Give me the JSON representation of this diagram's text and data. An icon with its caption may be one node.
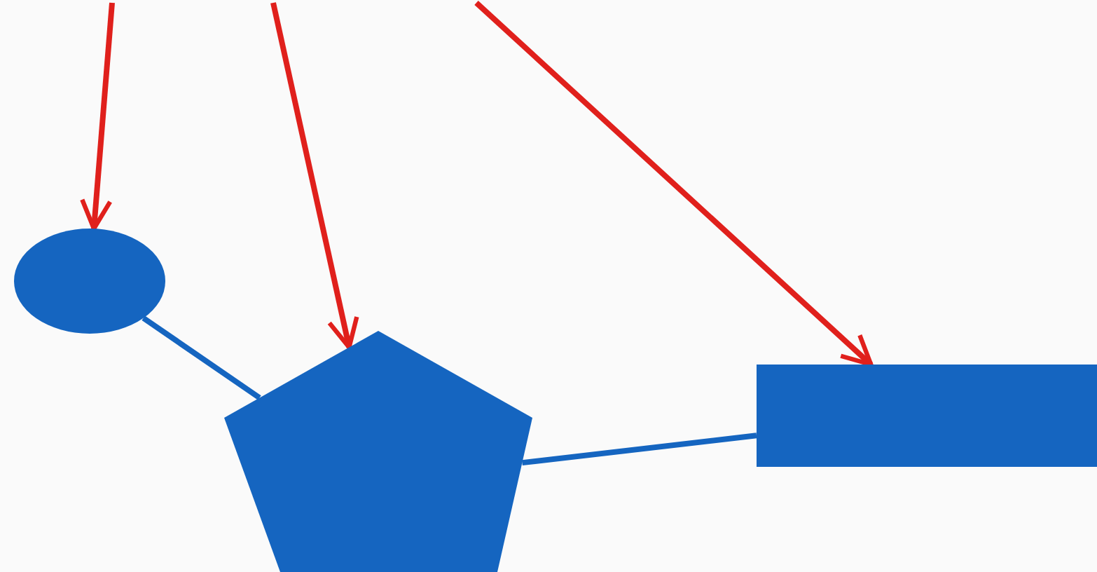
{
  "diagram": {
    "nodes": [
      {
        "text": [],
        "shape": "circle"
      },
      {
        "text": [],
        "shape": "pentagon"
      },
      {
        "text": [],
        "shape": "box"
      }
    ],
    "edges": [
      {
        "from": 0,
        "to": 1,
        "arrow": "none",
        "color": "#1565c0"
      },
      {
        "from": 1,
        "to": 2,
        "arrow": "none",
        "color": "#1565c0"
      },
      {
        "from": null,
        "to": 0,
        "arrow": "to"
      },
      {
        "from": null,
        "to": 1,
        "arrow": "to"
      },
      {
        "from": null,
        "to": 2,
        "arrow": "to"
      }
    ]
  }
}
